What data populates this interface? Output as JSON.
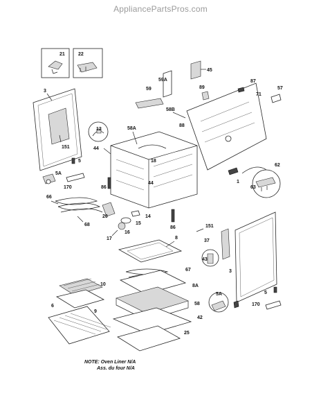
{
  "watermark": "AppliancePartsPros.com",
  "note": {
    "line1": "NOTE: Oven Liner N/A",
    "line2": "Ass. du four N/A"
  },
  "callouts": {
    "c21": "21",
    "c22": "22",
    "c3a": "3",
    "c151a": "151",
    "c5Aa": "5A",
    "c5a": "5",
    "c170a": "170",
    "c12": "12",
    "c44a": "44",
    "c58A": "58A",
    "c58B": "58B",
    "c59": "59",
    "c59A": "59A",
    "c45": "45",
    "c89": "89",
    "c87": "87",
    "c71": "71",
    "c57": "57",
    "c88": "88",
    "c18": "18",
    "c44b": "44",
    "c86a": "86",
    "c1": "1",
    "c62": "62",
    "c63": "63",
    "c66": "66",
    "c68": "68",
    "c20": "20",
    "c14": "14",
    "c15": "15",
    "c16": "16",
    "c17": "17",
    "c86b": "86",
    "c37": "37",
    "c151b": "151",
    "c8": "8",
    "c43": "43",
    "c67": "67",
    "c3b": "3",
    "c10": "10",
    "c6": "6",
    "c9": "9",
    "c8A": "8A",
    "c58": "58",
    "c42": "42",
    "c25": "25",
    "c5Ab": "5A",
    "c5b": "5",
    "c170b": "170"
  }
}
